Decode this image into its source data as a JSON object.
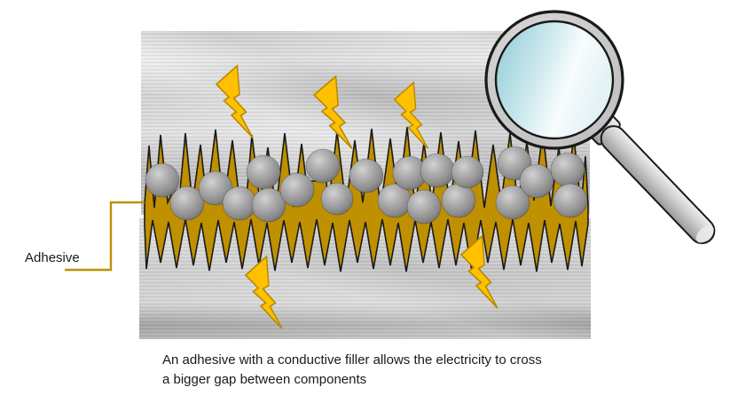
{
  "diagram": {
    "label_adhesive": "Adhesive",
    "caption_line1": "An adhesive with a conductive filler allows the electricity to cross",
    "caption_line2": "a bigger gap between components"
  },
  "icons": {
    "magnifying_glass": "magnifying-glass-icon",
    "lightning_bolt": "lightning-bolt-icon",
    "filler_particle": "filler-particle-sphere",
    "connector": "elbow-connector-line"
  },
  "colors": {
    "background": "#FFFFFF",
    "adhesive-gold": "#BF9000",
    "bolt-fill": "#FFC000",
    "bolt-stroke": "#B88A00",
    "connector-gold": "#BF9000",
    "outline": "#1A1A1A",
    "metal-mid": "#BDBDBD",
    "sphere-gray": "#9A9A9A",
    "lens-cyan": "#9ACFDA",
    "handle-gray": "#C9C9C9",
    "text": "#1A1A1A"
  }
}
